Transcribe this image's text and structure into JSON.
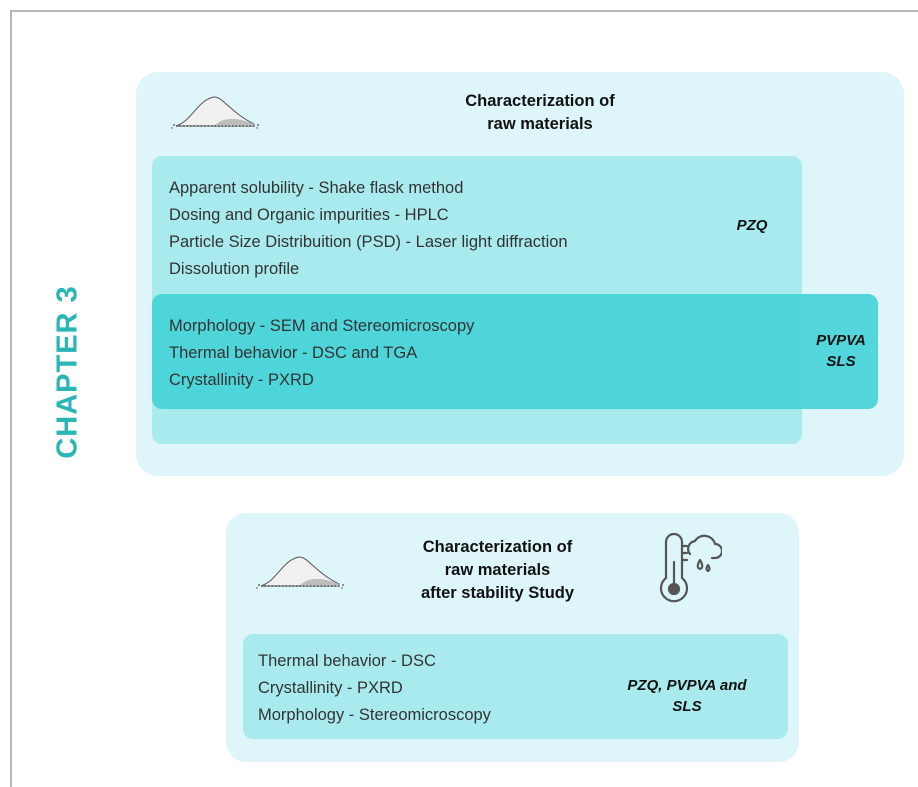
{
  "chapter": {
    "label": "CHAPTER 3"
  },
  "upper": {
    "title_line1": "Characterization of",
    "title_line2": "raw materials",
    "pzq_items": [
      "Apparent solubility - Shake flask method",
      "Dosing and Organic impurities - HPLC",
      "Particle Size Distribuition (PSD) - Laser light diffraction",
      "Dissolution profile"
    ],
    "pzq_tag": "PZQ",
    "pvpva_items": [
      "Morphology - SEM and Stereomicroscopy",
      "Thermal behavior - DSC and TGA",
      "Crystallinity - PXRD"
    ],
    "pvpva_tag_line1": "PVPVA",
    "pvpva_tag_line2": "SLS"
  },
  "lower": {
    "title_line1": "Characterization of",
    "title_line2": "raw materials",
    "title_line3": "after stability Study",
    "items": [
      "Thermal behavior - DSC",
      "Crystallinity - PXRD",
      "Morphology - Stereomicroscopy"
    ],
    "tag_line1": "PZQ, PVPVA and",
    "tag_line2": "SLS"
  },
  "icons": {
    "upper_powder": "powder-pile-icon",
    "lower_powder": "powder-pile-icon",
    "stability": "thermometer-humidity-icon"
  },
  "colors": {
    "outer_panel": "#def6f9",
    "pzq_box": "#a9eaee",
    "pvpva_box": "#46d3d8",
    "chapter_text": "#2bb5b4"
  }
}
